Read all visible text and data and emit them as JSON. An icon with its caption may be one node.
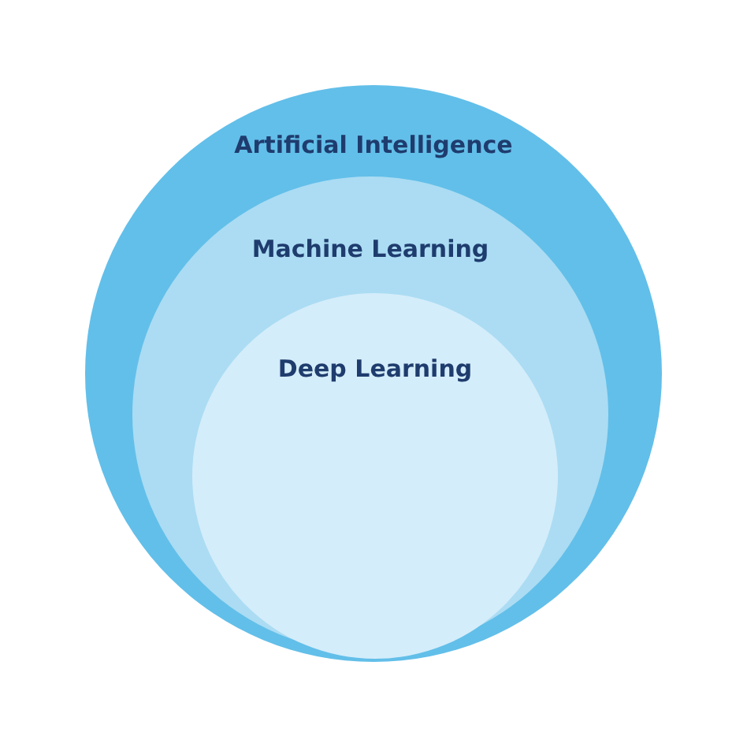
{
  "diagram": {
    "nodes": [
      {
        "text": [
          "Artificial Intelligence"
        ]
      },
      {
        "text": [
          "Machine Learning"
        ],
        "in": 0
      },
      {
        "text": [
          "Deep Learning"
        ],
        "in": 1
      }
    ]
  }
}
